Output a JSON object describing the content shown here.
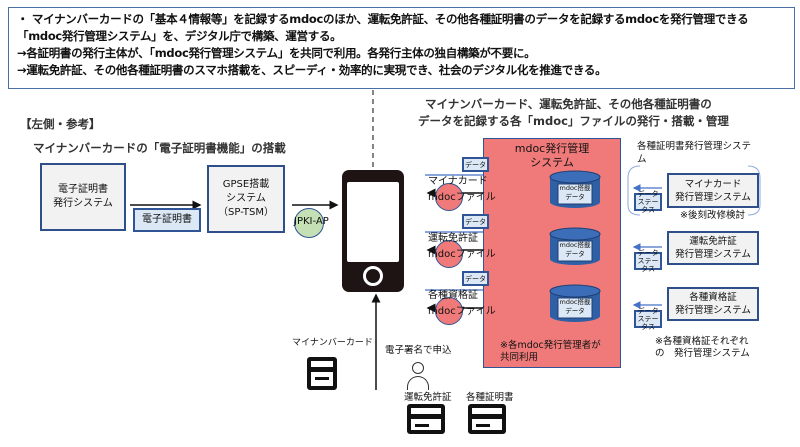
{
  "summary": {
    "lines": [
      "・ マイナンバーカードの「基本４情報等」を記録するmdocのほか、運転免許証、その他各種証明書のデータを記録するmdocを発行管理できる「mdoc発行管理システム」を、デジタル庁で構築、運営する。",
      "→各証明書の発行主体が、「mdoc発行管理システム」を共同で利用。各発行主体の独自構築が不要に。",
      "→運転免許証、その他各種証明書のスマホ搭載を、スピーディ・効率的に実現でき、社会のデジタル化を推進できる。"
    ]
  },
  "left": {
    "tag": "【左側・参考】",
    "title": "マイナンバーカードの「電子証明書機能」の搭載",
    "issuer": "電子証明書\n発行システム",
    "cert_label": "電子証明書",
    "gpse": "GPSE搭載\nシステム\n（SP-TSM）",
    "jpki": "JPKI-AP"
  },
  "right": {
    "title1": "マイナンバーカード、運転免許証、その他各種証明書の",
    "title2": "データを記録する各「mdoc」ファイルの発行・搭載・管理",
    "system": "mdoc発行管理\nシステム",
    "shared_note": "※各mdoc発行管理者が\n共同利用",
    "db_label": "mdoc搭載\nデータ",
    "data_label": "データ",
    "files": [
      {
        "name": "マイナカード",
        "file": "mdocファイル"
      },
      {
        "name": "運転免許証",
        "file": "mdocファイル"
      },
      {
        "name": "各種資格証",
        "file": "mdocファイル"
      }
    ],
    "issuer_group": "各種証明書発行管理システ\nム",
    "status_label": "データ\nステータス",
    "issuers": [
      "マイナカード\n発行管理システム",
      "運転免許証\n発行管理システム",
      "各種資格証\n発行管理システム"
    ],
    "later_note": "※後刻改修検討",
    "each_note": "※各種資格証それぞれ\nの　発行管理システム"
  },
  "bottom": {
    "mynumber": "マイナンバーカード",
    "apply": "電子署名で申込",
    "license": "運転免許証",
    "certs": "各種証明書"
  },
  "colors": {
    "border": "#2f4f8a",
    "system": "#f07a7a",
    "db": "#2f5fa5"
  }
}
